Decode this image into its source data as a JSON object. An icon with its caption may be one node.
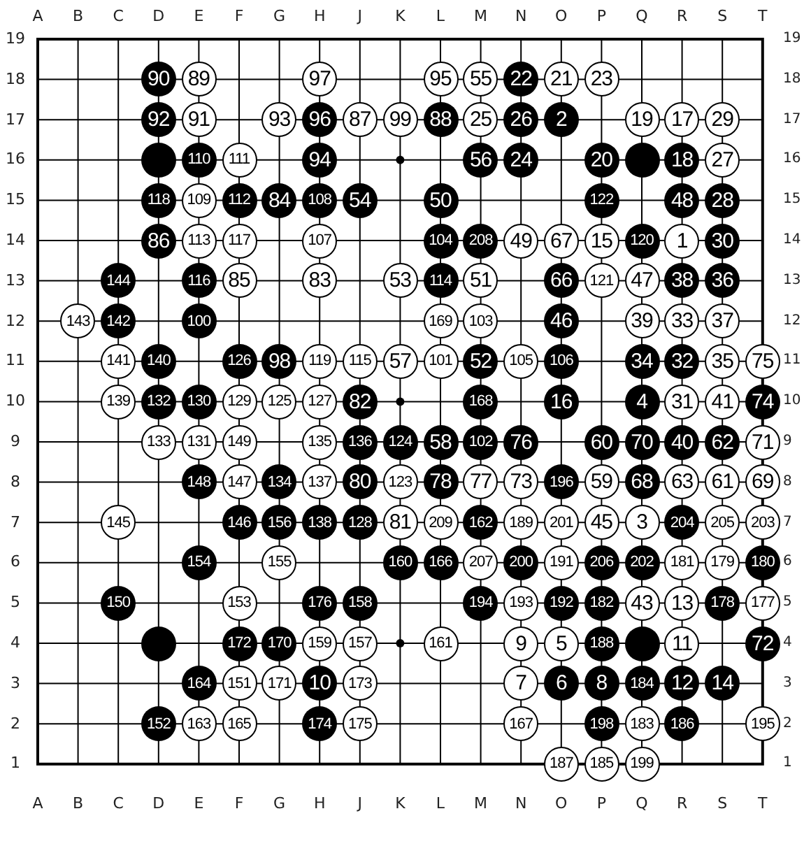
{
  "diagram": {
    "nodes": [
      {
        "text": [
          "90"
        ]
      },
      {
        "text": [
          "89"
        ]
      },
      {
        "text": [
          "97"
        ]
      },
      {
        "text": [
          "95"
        ]
      },
      {
        "text": [
          "55"
        ]
      },
      {
        "text": [
          "22"
        ]
      },
      {
        "text": [
          "21"
        ]
      },
      {
        "text": [
          "23"
        ]
      },
      {
        "text": [
          "92"
        ]
      },
      {
        "text": [
          "91"
        ]
      },
      {
        "text": [
          "93"
        ]
      },
      {
        "text": [
          "96"
        ]
      },
      {
        "text": [
          "87"
        ]
      },
      {
        "text": [
          "99"
        ]
      },
      {
        "text": [
          "88"
        ]
      },
      {
        "text": [
          "25"
        ]
      },
      {
        "text": [
          "26"
        ]
      },
      {
        "text": [
          "2"
        ]
      },
      {
        "text": [
          "19"
        ]
      },
      {
        "text": [
          "17"
        ]
      },
      {
        "text": [
          "29"
        ]
      },
      {
        "text": [],
        "shape": "circle"
      },
      {
        "text": [
          "110"
        ]
      },
      {
        "text": [
          "111"
        ]
      },
      {
        "text": [
          "94"
        ]
      },
      {
        "text": [
          "56"
        ]
      },
      {
        "text": [
          "24"
        ]
      },
      {
        "text": [
          "20"
        ]
      },
      {
        "text": [],
        "shape": "circle"
      },
      {
        "text": [
          "18"
        ]
      },
      {
        "text": [
          "27"
        ]
      },
      {
        "text": [
          "118"
        ]
      },
      {
        "text": [
          "109"
        ]
      },
      {
        "text": [
          "112"
        ]
      },
      {
        "text": [
          "84"
        ]
      },
      {
        "text": [
          "108"
        ]
      },
      {
        "text": [
          "54"
        ]
      },
      {
        "text": [
          "50"
        ]
      },
      {
        "text": [
          "122"
        ]
      },
      {
        "text": [
          "48"
        ]
      },
      {
        "text": [
          "28"
        ]
      },
      {
        "text": [
          "86"
        ]
      },
      {
        "text": [
          "113"
        ]
      },
      {
        "text": [
          "117"
        ]
      },
      {
        "text": [
          "107"
        ]
      },
      {
        "text": [
          "104"
        ]
      },
      {
        "text": [
          "208"
        ]
      },
      {
        "text": [
          "49"
        ]
      },
      {
        "text": [
          "67"
        ]
      },
      {
        "text": [
          "15"
        ]
      },
      {
        "text": [
          "120"
        ]
      },
      {
        "text": [
          "1"
        ]
      },
      {
        "text": [
          "30"
        ]
      },
      {
        "text": [
          "144"
        ]
      },
      {
        "text": [
          "116"
        ]
      },
      {
        "text": [
          "85"
        ]
      },
      {
        "text": [
          "83"
        ]
      },
      {
        "text": [
          "53"
        ]
      },
      {
        "text": [
          "114"
        ]
      },
      {
        "text": [
          "51"
        ]
      },
      {
        "text": [
          "66"
        ]
      },
      {
        "text": [
          "121"
        ]
      },
      {
        "text": [
          "47"
        ]
      },
      {
        "text": [
          "38"
        ]
      },
      {
        "text": [
          "36"
        ]
      },
      {
        "text": [
          "143"
        ]
      },
      {
        "text": [
          "142"
        ]
      },
      {
        "text": [
          "100"
        ]
      },
      {
        "text": [
          "169"
        ]
      },
      {
        "text": [
          "103"
        ]
      },
      {
        "text": [
          "46"
        ]
      },
      {
        "text": [
          "39"
        ]
      },
      {
        "text": [
          "33"
        ]
      },
      {
        "text": [
          "37"
        ]
      },
      {
        "text": [
          "141"
        ]
      },
      {
        "text": [
          "140"
        ]
      },
      {
        "text": [
          "126"
        ]
      },
      {
        "text": [
          "98"
        ]
      },
      {
        "text": [
          "119"
        ]
      },
      {
        "text": [
          "115"
        ]
      },
      {
        "text": [
          "57"
        ]
      },
      {
        "text": [
          "101"
        ]
      },
      {
        "text": [
          "52"
        ]
      },
      {
        "text": [
          "105"
        ]
      },
      {
        "text": [
          "106"
        ]
      },
      {
        "text": [
          "34"
        ]
      },
      {
        "text": [
          "32"
        ]
      },
      {
        "text": [
          "35"
        ]
      },
      {
        "text": [
          "75"
        ]
      },
      {
        "text": [
          "139"
        ]
      },
      {
        "text": [
          "132"
        ]
      },
      {
        "text": [
          "130"
        ]
      },
      {
        "text": [
          "129"
        ]
      },
      {
        "text": [
          "125"
        ]
      },
      {
        "text": [
          "127"
        ]
      },
      {
        "text": [
          "82"
        ]
      },
      {
        "text": [
          "168"
        ]
      },
      {
        "text": [
          "16"
        ]
      },
      {
        "text": [
          "4"
        ]
      },
      {
        "text": [
          "31"
        ]
      },
      {
        "text": [
          "41"
        ]
      },
      {
        "text": [
          "74"
        ]
      },
      {
        "text": [
          "133"
        ]
      },
      {
        "text": [
          "131"
        ]
      },
      {
        "text": [
          "149"
        ]
      },
      {
        "text": [
          "135"
        ]
      },
      {
        "text": [
          "136"
        ]
      },
      {
        "text": [
          "124"
        ]
      },
      {
        "text": [
          "58"
        ]
      },
      {
        "text": [
          "102"
        ]
      },
      {
        "text": [
          "76"
        ]
      },
      {
        "text": [
          "60"
        ]
      },
      {
        "text": [
          "70"
        ]
      },
      {
        "text": [
          "40"
        ]
      },
      {
        "text": [
          "62"
        ]
      },
      {
        "text": [
          "71"
        ]
      },
      {
        "text": [
          "148"
        ]
      },
      {
        "text": [
          "147"
        ]
      },
      {
        "text": [
          "134"
        ]
      },
      {
        "text": [
          "137"
        ]
      },
      {
        "text": [
          "80"
        ]
      },
      {
        "text": [
          "123"
        ]
      },
      {
        "text": [
          "78"
        ]
      },
      {
        "text": [
          "77"
        ]
      },
      {
        "text": [
          "73"
        ]
      },
      {
        "text": [
          "196"
        ]
      },
      {
        "text": [
          "59"
        ]
      },
      {
        "text": [
          "68"
        ]
      },
      {
        "text": [
          "63"
        ]
      },
      {
        "text": [
          "61"
        ]
      },
      {
        "text": [
          "69"
        ]
      },
      {
        "text": [
          "145"
        ]
      },
      {
        "text": [
          "146"
        ]
      },
      {
        "text": [
          "156"
        ]
      },
      {
        "text": [
          "138"
        ]
      },
      {
        "text": [
          "128"
        ]
      },
      {
        "text": [
          "81"
        ]
      },
      {
        "text": [
          "209"
        ]
      },
      {
        "text": [
          "162"
        ]
      },
      {
        "text": [
          "189"
        ]
      },
      {
        "text": [
          "201"
        ]
      },
      {
        "text": [
          "45"
        ]
      },
      {
        "text": [
          "3"
        ]
      },
      {
        "text": [
          "204"
        ]
      },
      {
        "text": [
          "205"
        ]
      },
      {
        "text": [
          "203"
        ]
      },
      {
        "text": [
          "154"
        ]
      },
      {
        "text": [
          "155"
        ]
      },
      {
        "text": [
          "160"
        ]
      },
      {
        "text": [
          "166"
        ]
      },
      {
        "text": [
          "207"
        ]
      },
      {
        "text": [
          "200"
        ]
      },
      {
        "text": [
          "191"
        ]
      },
      {
        "text": [
          "206"
        ]
      },
      {
        "text": [
          "202"
        ]
      },
      {
        "text": [
          "181"
        ]
      },
      {
        "text": [
          "179"
        ]
      },
      {
        "text": [
          "180"
        ]
      },
      {
        "text": [
          "150"
        ]
      },
      {
        "text": [
          "153"
        ]
      },
      {
        "text": [
          "176"
        ]
      },
      {
        "text": [
          "158"
        ]
      },
      {
        "text": [
          "194"
        ]
      },
      {
        "text": [
          "193"
        ]
      },
      {
        "text": [
          "192"
        ]
      },
      {
        "text": [
          "182"
        ]
      },
      {
        "text": [
          "43"
        ]
      },
      {
        "text": [
          "13"
        ]
      },
      {
        "text": [
          "178"
        ]
      },
      {
        "text": [
          "177"
        ]
      },
      {
        "text": [],
        "shape": "circle"
      },
      {
        "text": [
          "172"
        ]
      },
      {
        "text": [
          "170"
        ]
      },
      {
        "text": [
          "159"
        ]
      },
      {
        "text": [
          "157"
        ]
      },
      {
        "text": [
          "161"
        ]
      },
      {
        "text": [
          "9"
        ]
      },
      {
        "text": [
          "5"
        ]
      },
      {
        "text": [
          "188"
        ]
      },
      {
        "text": [],
        "shape": "circle"
      },
      {
        "text": [
          "11"
        ]
      },
      {
        "text": [
          "72"
        ]
      },
      {
        "text": [
          "164"
        ]
      },
      {
        "text": [
          "151"
        ]
      },
      {
        "text": [
          "171"
        ]
      },
      {
        "text": [
          "10"
        ]
      },
      {
        "text": [
          "173"
        ]
      },
      {
        "text": [
          "7"
        ]
      },
      {
        "text": [
          "6"
        ]
      },
      {
        "text": [
          "8"
        ]
      },
      {
        "text": [
          "184"
        ]
      },
      {
        "text": [
          "12"
        ]
      },
      {
        "text": [
          "14"
        ]
      },
      {
        "text": [
          "152"
        ]
      },
      {
        "text": [
          "163"
        ]
      },
      {
        "text": [
          "165"
        ]
      },
      {
        "text": [
          "174"
        ]
      },
      {
        "text": [
          "175"
        ]
      },
      {
        "text": [
          "167"
        ]
      },
      {
        "text": [
          "198"
        ]
      },
      {
        "text": [
          "183"
        ]
      },
      {
        "text": [
          "186"
        ]
      },
      {
        "text": [
          "195"
        ]
      },
      {
        "text": [
          "187"
        ]
      },
      {
        "text": [
          "185"
        ]
      },
      {
        "text": [
          "199"
        ]
      }
    ],
    "labels": [
      "A",
      "B",
      "C",
      "D",
      "E",
      "F",
      "G",
      "H",
      "J",
      "K",
      "L",
      "M",
      "N",
      "O",
      "P",
      "Q",
      "R",
      "S",
      "T",
      "19",
      "19",
      "18",
      "18",
      "17",
      "17",
      "16",
      "16",
      "15",
      "15",
      "14",
      "14",
      "13",
      "13",
      "12",
      "12",
      "11",
      "11",
      "10",
      "10",
      "9",
      "9",
      "8",
      "8",
      "7",
      "7",
      "6",
      "6",
      "5",
      "5",
      "4",
      "4",
      "3",
      "3",
      "2",
      "2",
      "1",
      "1",
      "A",
      "B",
      "C",
      "D",
      "E",
      "F",
      "G",
      "H",
      "J",
      "K",
      "L",
      "M",
      "N",
      "O",
      "P",
      "Q",
      "R",
      "S",
      "T"
    ]
  }
}
